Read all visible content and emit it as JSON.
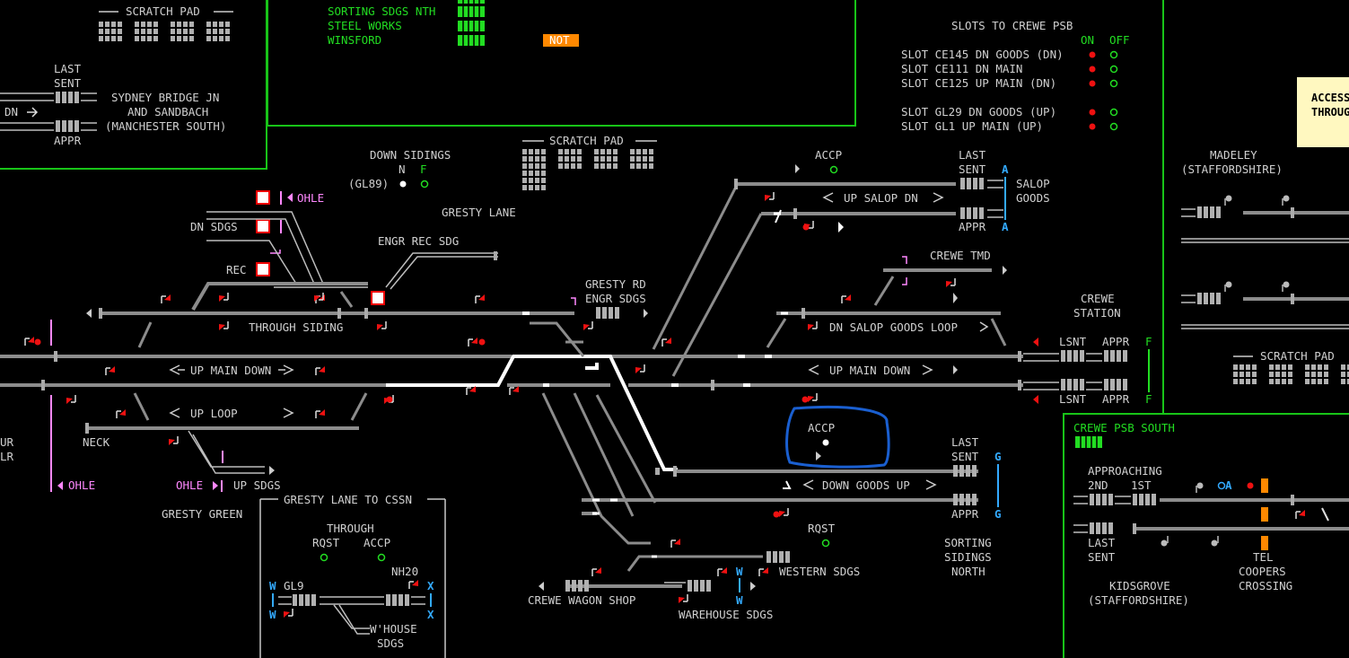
{
  "labels": {
    "scratch_pad": "SCRATCH PAD",
    "last": "LAST",
    "sent": "SENT",
    "appr": "APPR",
    "lsnt": "LSNT",
    "dn": "DN",
    "sydney_1": "SYDNEY BRIDGE JN",
    "sydney_2": "AND SANDBACH",
    "sydney_3": "(MANCHESTER SOUTH)",
    "down_sidings": "DOWN SIDINGS",
    "gl89": "(GL89)",
    "n": "N",
    "f": "F",
    "gresty_lane": "GRESTY LANE",
    "engr_rec_sdg": "ENGR REC SDG",
    "ohle": "OHLE",
    "dn_sdgs": "DN SDGS",
    "rec": "REC",
    "gresty_rd": "GRESTY RD",
    "engr_sdgs": "ENGR SDGS",
    "through_siding": "THROUGH SIDING",
    "up_main_down": "UP MAIN DOWN",
    "up_loop": "UP LOOP",
    "neck": "NECK",
    "up_sdgs": "UP SDGS",
    "gresty_green": "GRESTY GREEN",
    "ur": "UR",
    "lr": "LR",
    "gresty_lane_cssn": "GRESTY LANE TO CSSN",
    "through": "THROUGH",
    "rqst": "RQST",
    "accp": "ACCP",
    "gl9": "GL9",
    "nh20": "NH20",
    "whouse_1": "W'HOUSE",
    "whouse_2": "SDGS",
    "w": "W",
    "x": "X",
    "g": "G",
    "a": "A",
    "crewe_wagon_shop": "CREWE WAGON SHOP",
    "warehouse_sdgs": "WAREHOUSE SDGS",
    "western_sdgs": "WESTERN SDGS",
    "sorting_1": "SORTING",
    "sorting_2": "SIDINGS",
    "sorting_3": "NORTH",
    "down_goods_up": "DOWN GOODS UP",
    "up_salop_dn": "UP SALOP DN",
    "salop": "SALOP",
    "goods": "GOODS",
    "crewe_tmd": "CREWE TMD",
    "dn_salop_goods_loop": "DN SALOP GOODS LOOP",
    "crewe": "CREWE",
    "station": "STATION",
    "slots_title": "SLOTS TO CREWE PSB",
    "on": "ON",
    "off": "OFF",
    "slot1": "SLOT CE145 DN GOODS (DN)",
    "slot2": "SLOT CE111 DN MAIN",
    "slot3": "SLOT CE125 UP MAIN (DN)",
    "slot4": "SLOT GL29 DN GOODS (UP)",
    "slot5": "SLOT GL1 UP MAIN (UP)",
    "madeley_1": "MADELEY",
    "madeley_2": "(STAFFORDSHIRE)",
    "access_1": "ACCESS",
    "access_2": "THROUG",
    "crewe_psb_south": "CREWE PSB SOUTH",
    "approaching": "APPROACHING",
    "second": "2ND",
    "first": "1ST",
    "tel": "TEL",
    "coopers_1": "COOPERS",
    "coopers_2": "CROSSING",
    "kidsgrove_1": "KIDSGROVE",
    "kidsgrove_2": "(STAFFORDSHIRE)",
    "a_marker": "A",
    "sorting_sdgs_nth": "SORTING SDGS NTH",
    "steel_works": "STEEL WORKS",
    "winsford": "WINSFORD",
    "not_badge": "NOT"
  },
  "colors": {
    "track": "#8c8c8c",
    "route_set": "#ffffff",
    "signal_red": "#ee1111",
    "panel_green": "#18c418",
    "ohle_pink": "#ff88ff",
    "berth_cyan": "#33aaff",
    "badge_orange": "#ff8800",
    "note_yellow": "#fff8c0",
    "annotation_blue": "#1a5fd0"
  }
}
